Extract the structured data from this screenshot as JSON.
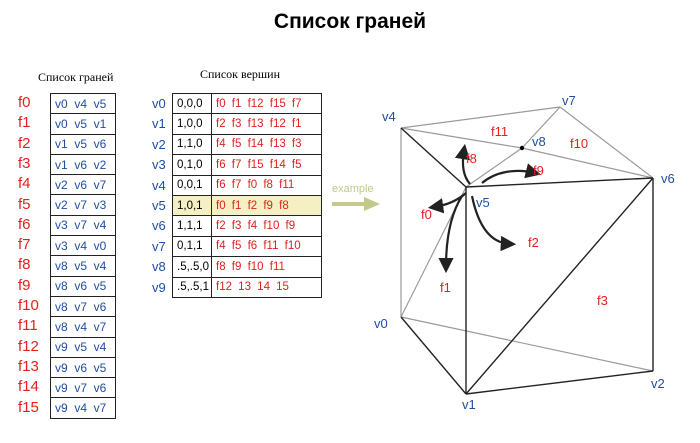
{
  "title": "Список граней",
  "faces_caption": "Список граней",
  "vertices_caption": "Список вершин",
  "faces": [
    {
      "label": "f0",
      "verts": "v0  v4  v5"
    },
    {
      "label": "f1",
      "verts": "v0  v5  v1"
    },
    {
      "label": "f2",
      "verts": "v1  v5  v6"
    },
    {
      "label": "f3",
      "verts": "v1  v6  v2"
    },
    {
      "label": "f4",
      "verts": "v2  v6  v7"
    },
    {
      "label": "f5",
      "verts": "v2  v7  v3"
    },
    {
      "label": "f6",
      "verts": "v3  v7  v4"
    },
    {
      "label": "f7",
      "verts": "v3  v4  v0"
    },
    {
      "label": "f8",
      "verts": "v8  v5  v4"
    },
    {
      "label": "f9",
      "verts": "v8  v6  v5"
    },
    {
      "label": "f10",
      "verts": "v8  v7  v6"
    },
    {
      "label": "f11",
      "verts": "v8  v4  v7"
    },
    {
      "label": "f12",
      "verts": "v9  v5  v4"
    },
    {
      "label": "f13",
      "verts": "v9  v6  v5"
    },
    {
      "label": "f14",
      "verts": "v9  v7  v6"
    },
    {
      "label": "f15",
      "verts": "v9  v4  v7"
    }
  ],
  "vertices": [
    {
      "label": "v0",
      "coord": "0,0,0",
      "faces": "f0 f1 f12 f15 f7"
    },
    {
      "label": "v1",
      "coord": "1,0,0",
      "faces": "f2 f3 f13 f12 f1"
    },
    {
      "label": "v2",
      "coord": "1,1,0",
      "faces": "f4 f5 f14 f13 f3"
    },
    {
      "label": "v3",
      "coord": "0,1,0",
      "faces": "f6 f7 f15 f14 f5"
    },
    {
      "label": "v4",
      "coord": "0,0,1",
      "faces": "f6 f7 f0 f8 f11"
    },
    {
      "label": "v5",
      "coord": "1,0,1",
      "faces": "f0 f1 f2 f9 f8",
      "highlight": true
    },
    {
      "label": "v6",
      "coord": "1,1,1",
      "faces": "f2 f3 f4 f10 f9"
    },
    {
      "label": "v7",
      "coord": "0,1,1",
      "faces": "f4 f5 f6 f11 f10"
    },
    {
      "label": "v8",
      "coord": ".5,.5,0",
      "faces": "f8 f9 f10 f11"
    },
    {
      "label": "v9",
      "coord": ".5,.5,1",
      "faces": "f12 13 14 15"
    }
  ],
  "example_label": "example",
  "diagram": {
    "vertex_labels": {
      "v0": "v0",
      "v1": "v1",
      "v2": "v2",
      "v4": "v4",
      "v5": "v5",
      "v6": "v6",
      "v7": "v7",
      "v8": "v8"
    },
    "face_labels": {
      "f0": "f0",
      "f1": "f1",
      "f2": "f2",
      "f3": "f3",
      "f8": "f8",
      "f9": "f9",
      "f10": "f10",
      "f11": "f11"
    }
  },
  "colors": {
    "face_red": "#e0211d",
    "vertex_blue": "#1f4ea1",
    "highlight": "#f5f0c4",
    "arrow": "#c2c98a"
  }
}
